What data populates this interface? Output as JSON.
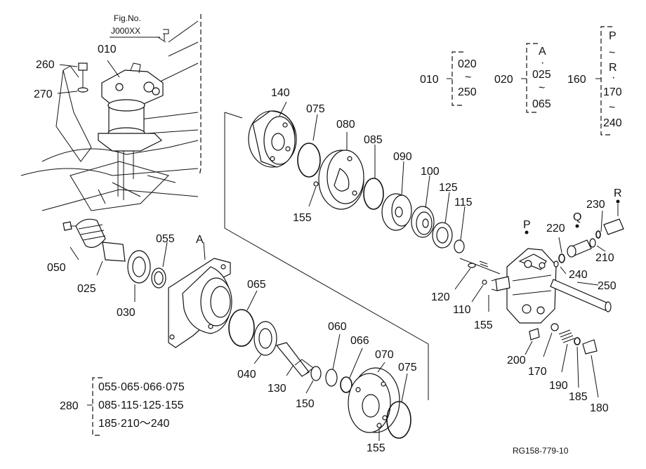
{
  "figure": {
    "fig_no_label": "Fig.No.",
    "fig_no_value": "J000XX",
    "drawing_code": "RG158-779-10"
  },
  "callouts": {
    "p010": "010",
    "p020": "020",
    "p025": "025",
    "p030": "030",
    "p040": "040",
    "p050": "050",
    "p055": "055",
    "p060": "060",
    "p065": "065",
    "p066": "066",
    "p070": "070",
    "p075a": "075",
    "p075b": "075",
    "p080": "080",
    "p085": "085",
    "p090": "090",
    "p100": "100",
    "p110": "110",
    "p115": "115",
    "p120": "120",
    "p125": "125",
    "p130": "130",
    "p140": "140",
    "p150": "150",
    "p155a": "155",
    "p155b": "155",
    "p155c": "155",
    "p160": "160",
    "p170": "170",
    "p180": "180",
    "p185": "185",
    "p190": "190",
    "p200": "200",
    "p210": "210",
    "p220": "220",
    "p230": "230",
    "p240": "240",
    "p250": "250",
    "p260": "260",
    "p270": "270",
    "p280": "280",
    "refA": "A",
    "refP": "P",
    "refQ": "Q",
    "refR": "R"
  },
  "groups": {
    "g010": {
      "key": "010",
      "lines": [
        "020",
        "~",
        "250"
      ]
    },
    "g020": {
      "key": "020",
      "lines": [
        "A",
        "·",
        "025",
        "~",
        "065"
      ]
    },
    "g160": {
      "key": "160",
      "lines": [
        "P",
        "~",
        "R",
        "·",
        "170",
        "~",
        "240"
      ]
    },
    "g280": {
      "key": "280",
      "lines": [
        "055·065·066·075",
        "085·115·125·155",
        "185·210～240"
      ]
    }
  }
}
